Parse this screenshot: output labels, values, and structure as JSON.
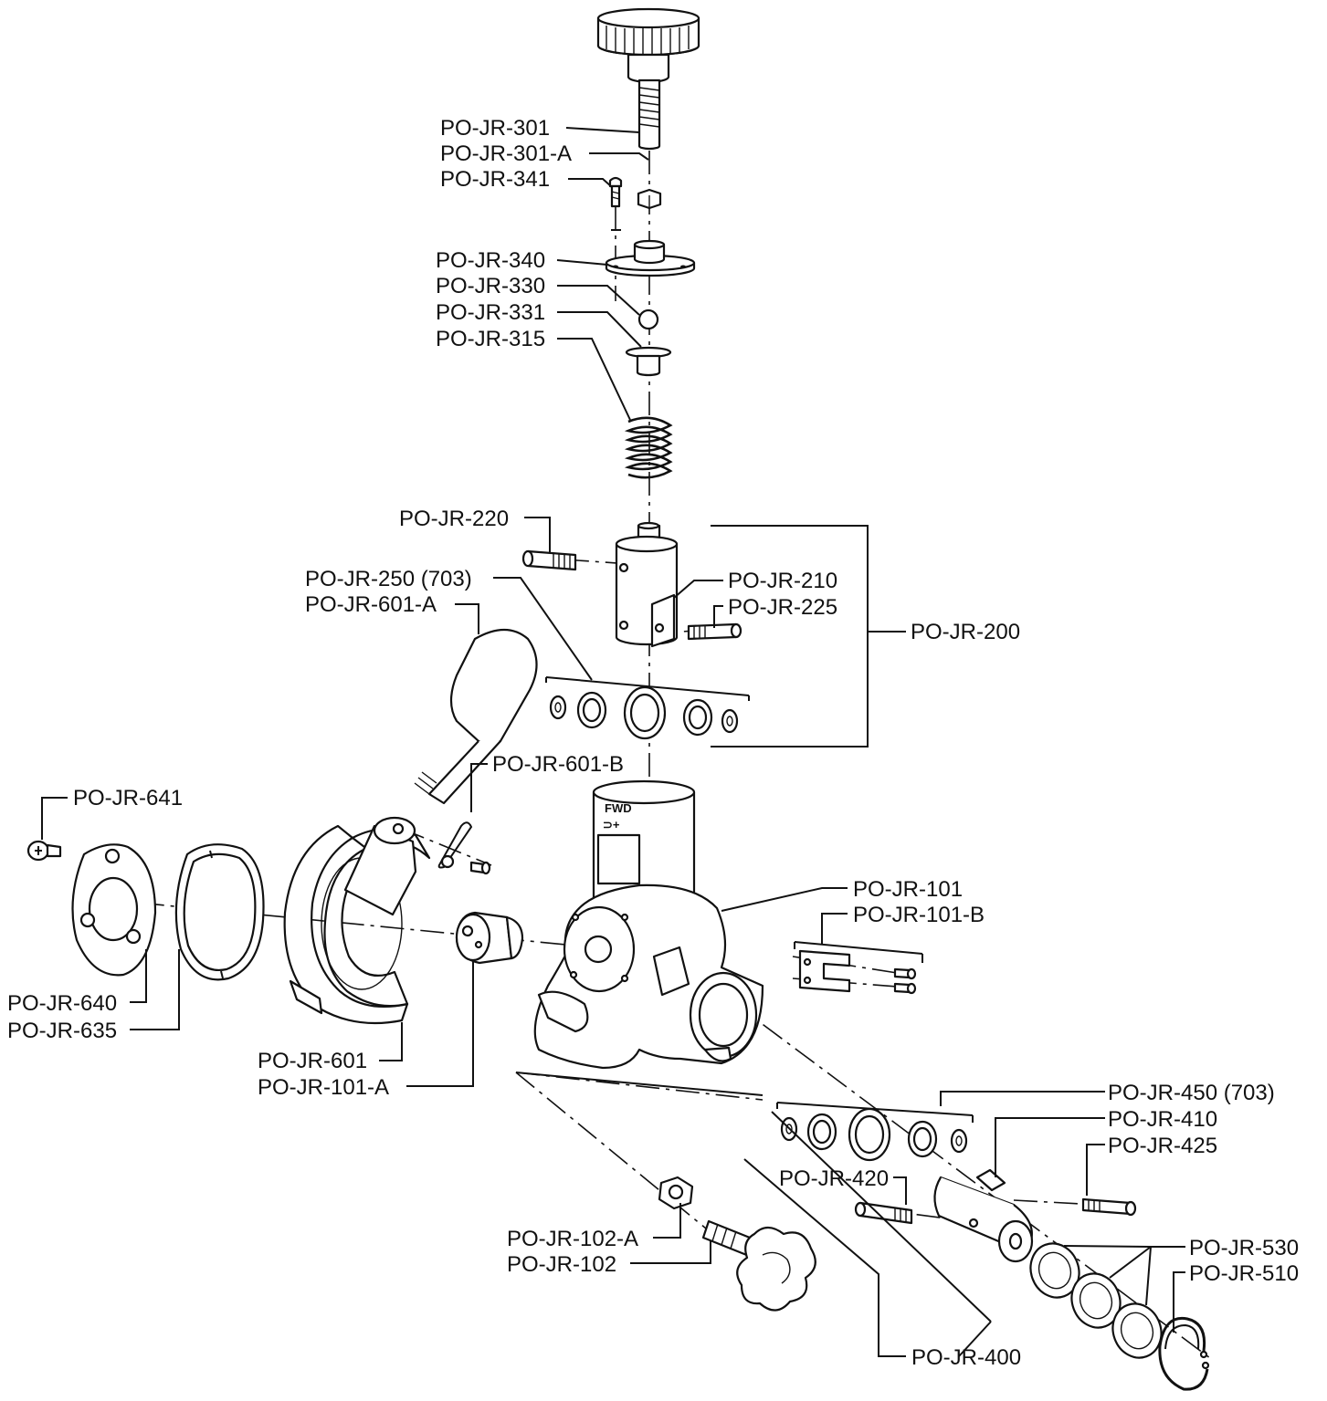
{
  "labels": {
    "l301": "PO-JR-301",
    "l301a": "PO-JR-301-A",
    "l341": "PO-JR-341",
    "l340": "PO-JR-340",
    "l330": "PO-JR-330",
    "l331": "PO-JR-331",
    "l315": "PO-JR-315",
    "l220": "PO-JR-220",
    "l250": "PO-JR-250 (703)",
    "l601a": "PO-JR-601-A",
    "l210": "PO-JR-210",
    "l225": "PO-JR-225",
    "l200": "PO-JR-200",
    "l601b": "PO-JR-601-B",
    "l641": "PO-JR-641",
    "l101": "PO-JR-101",
    "l101b": "PO-JR-101-B",
    "l640": "PO-JR-640",
    "l635": "PO-JR-635",
    "l601": "PO-JR-601",
    "l101a": "PO-JR-101-A",
    "l450": "PO-JR-450 (703)",
    "l410": "PO-JR-410",
    "l425": "PO-JR-425",
    "l420": "PO-JR-420",
    "l102a": "PO-JR-102-A",
    "l102": "PO-JR-102",
    "l530": "PO-JR-530",
    "l510": "PO-JR-510",
    "l400": "PO-JR-400"
  },
  "body_markings": {
    "top": "FWD",
    "bottom": "⊃+"
  }
}
